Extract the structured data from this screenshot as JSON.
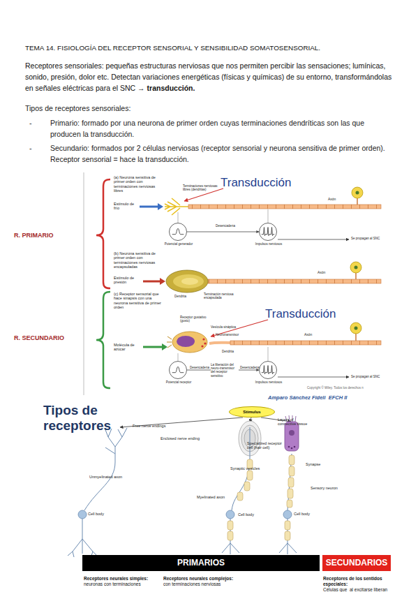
{
  "diagram": {
    "title": "TEMA 14. FISIOLOGÍA DEL RECEPTOR SENSORIAL Y SENSIBILIDAD SOMATOSENSORIAL.",
    "nodes": [
      {
        "text": [
          "Potencial generador"
        ]
      },
      {
        "text": [
          "Impulsos nerviosos"
        ]
      },
      {
        "text": [
          "Potencial receptor"
        ]
      },
      {
        "text": [
          "Impulsos nerviosos"
        ]
      },
      {
        "text": [
          "Stimulus"
        ]
      },
      {
        "text": [
          "PRIMARIOS"
        ]
      },
      {
        "text": [
          "SECUNDARIOS"
        ]
      }
    ],
    "edges": [
      {
        "from": 0,
        "to": 1,
        "label": "Desencadena",
        "arrow": "to"
      },
      {
        "from": 2,
        "to": 3,
        "label": "Desencadena",
        "arrow": "to"
      }
    ],
    "labels": [
      "Receptores sensoriales: pequeñas estructuras nerviosas que nos permiten percibir las sensaciones; lumínicas, sonido, presión, dolor etc. Detectan variaciones energéticas (físicas y químicas) de su entorno, transformándolas en señales eléctricas para el SNC →",
      "transducción.",
      "Tipos de receptores sensoriales:",
      "-",
      "Primario: formado por una neurona de primer orden cuyas terminaciones dendríticas son las que producen la transducción.",
      "-",
      "Secundario: formados por 2 células nerviosas (receptor sensorial y neurona sensitiva de primer orden). Receptor sensorial = hace la transducción.",
      "R. PRIMARIO",
      "R. SECUNDARIO",
      "(a) Neurona sensitiva de primer orden con terminaciones nerviosas libres",
      "Terminaciones nerviosas libres (dendritas)",
      "Transducción",
      "Axón",
      "Estímulo de frío",
      "Se propagan al SNC",
      "(b) Neurona sensitiva de primer orden con terminaciones nerviosas encapsuladas",
      "Axón",
      "Estímulo de presión",
      "Dendrita",
      "Terminación nerviosa encapsulada",
      "(c) Receptor sensorial que hace sinapsis con una neurona sensitiva de primer orden",
      "Transducción",
      "Receptor gustativo (gusto)",
      "Vesícula sináptica",
      "Neurotransmisor",
      "Axón",
      "Molécula de azúcar",
      "Dendrita",
      "La liberación del neuro-transmisor del receptor sensitivo",
      "Desencadena",
      "Se propagan al SNC",
      "Copyright © Wiley. Todos los derechos n",
      "Amparo Sánchez Fideli  EFCH II",
      "Tipos de receptores",
      "Free nerve endings",
      "Layers of connective tissue",
      "Enclosed nerve ending",
      "Specialized receptor cell (hair cell)",
      "Synapse",
      "Synaptic vesicles",
      "Unmyelinated axon",
      "Sensory neuron",
      "Myelinated axon",
      "Cell body",
      "Cell body",
      "Cell body",
      "Receptores neurales simples:",
      "neuronas con terminaciones",
      "Receptores neurales complejos:",
      "con terminaciones nerviosas",
      "Receptores de los sentidos especiales:",
      "Células que  al excitarse liberan"
    ]
  }
}
